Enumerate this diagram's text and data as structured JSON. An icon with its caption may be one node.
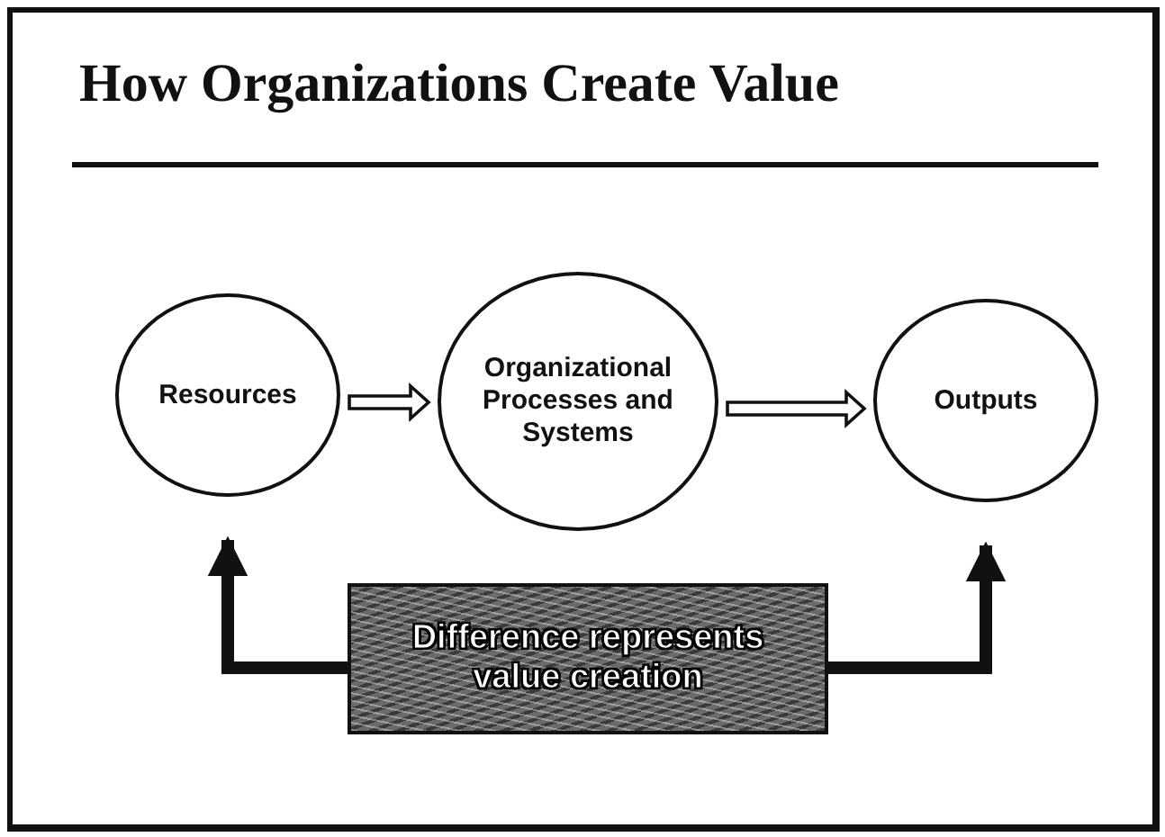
{
  "diagram": {
    "title": "How Organizations Create Value",
    "nodes": [
      {
        "text": [
          "Resources"
        ]
      },
      {
        "text": [
          "Organizational Processes and Systems"
        ]
      },
      {
        "text": [
          "Outputs"
        ]
      },
      {
        "text": [
          "Difference represents value creation"
        ]
      }
    ],
    "edges": [
      {
        "from": 0,
        "to": 1,
        "arrow": "to"
      },
      {
        "from": 1,
        "to": 2,
        "arrow": "to"
      },
      {
        "from": 3,
        "to": 0,
        "arrow": "to"
      },
      {
        "from": 3,
        "to": 2,
        "arrow": "to"
      }
    ]
  }
}
